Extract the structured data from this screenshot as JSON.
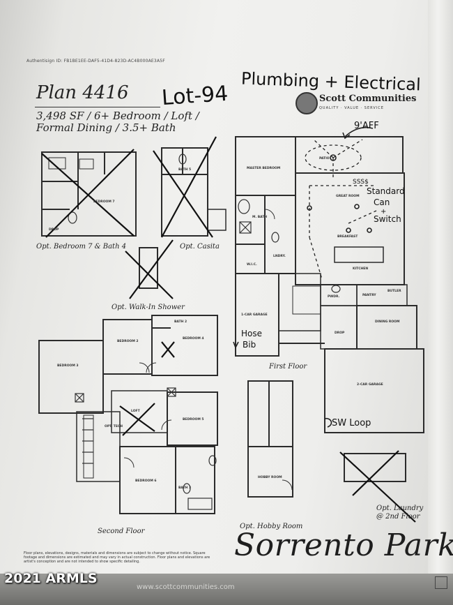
{
  "auth_id": "Authentisign ID: FB1BE1EE-DAF5-41D4-823D-AC4B000AE3A5F",
  "plan": {
    "title": "Plan 4416",
    "specs_line1": "3,498 SF / 6+ Bedroom / Loft /",
    "specs_line2": "Formal Dining / 3.5+ Bath"
  },
  "handwritten": {
    "lot": "Lot-94",
    "plumbing": "Plumbing + Electrical",
    "ceiling": "9'AFF",
    "standard1": "Standard",
    "standard2": "Can",
    "standard3": "+",
    "standard4": "Switch",
    "switches": "SSS$",
    "hose1": "Hose",
    "hose2": "Bib",
    "sw_loop": "SW Loop"
  },
  "logo": {
    "name": "Scott Communities",
    "tagline": "QUALITY  ·  VALUE  ·  SERVICE"
  },
  "rooms": {
    "master_bedroom": "MASTER BEDROOM",
    "master_bath": "M. BATH",
    "wic": "W.I.C.",
    "laundry": "LNDRY.",
    "great_room": "GREAT ROOM",
    "breakfast": "BREAKFAST",
    "kitchen": "KITCHEN",
    "pantry": "PANTRY",
    "butler": "BUTLER",
    "powder": "PWDR.",
    "dining_room": "DINING ROOM",
    "drop": "DROP",
    "garage_1car": "1-CAR GARAGE",
    "garage_2car": "2-CAR GARAGE",
    "bedroom2": "BEDROOM 2",
    "bedroom3": "BEDROOM 3",
    "bedroom4": "BEDROOM 4",
    "bedroom5": "BEDROOM 5",
    "bedroom6": "BEDROOM 6",
    "bedroom7": "BEDROOM 7",
    "bath2": "BATH 2",
    "bath3": "BATH 3",
    "bath5": "BATH 5",
    "loft": "LOFT",
    "opt_tech": "OPT. TECH",
    "hobby_room": "HOBBY ROOM",
    "patio": "PATIO"
  },
  "captions": {
    "opt_bedroom7": "Opt. Bedroom 7 & Bath 4",
    "opt_casita": "Opt. Casita",
    "opt_walkin": "Opt. Walk-In Shower",
    "first_floor": "First Floor",
    "second_floor": "Second Floor",
    "opt_hobby": "Opt. Hobby Room",
    "opt_laundry1": "Opt. Laundry",
    "opt_laundry2": "@ 2nd Floor"
  },
  "brand": "Sorrento Park",
  "disclaimer": "Floor plans, elevations, designs, materials and dimensions are subject to change without notice. Square footage and dimensions are estimated and may vary in actual construction. Floor plans and elevations are artist's conception and are not intended to show specific detailing.",
  "website": "www.scottcommunities.com",
  "copyright": "2021 ARMLS"
}
